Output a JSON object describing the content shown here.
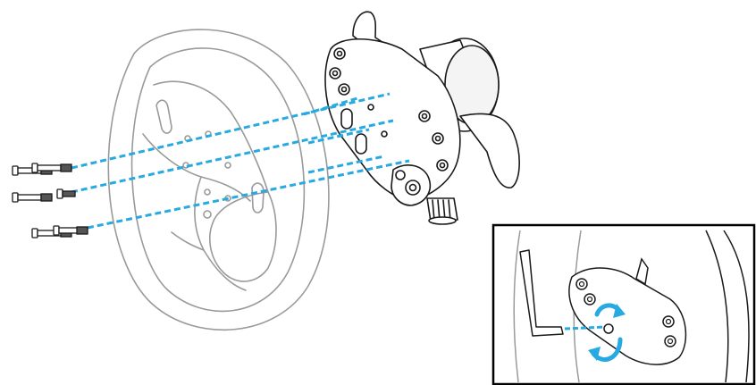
{
  "diagram": {
    "alt_title": "",
    "parts": {
      "steering_wheel": "steering-wheel-rim",
      "quick_release_hub": "quick-release-adapter",
      "screws": 6,
      "hex_key": "allen-key"
    },
    "colors": {
      "line": "#1a1a1a",
      "wheel_line": "#9a9a9a",
      "dash": "#27a9e1",
      "rotate_arrow": "#27a9e1",
      "background": "#ffffff"
    },
    "inset": {
      "present": true,
      "content": "tightening-screw-detail"
    }
  }
}
